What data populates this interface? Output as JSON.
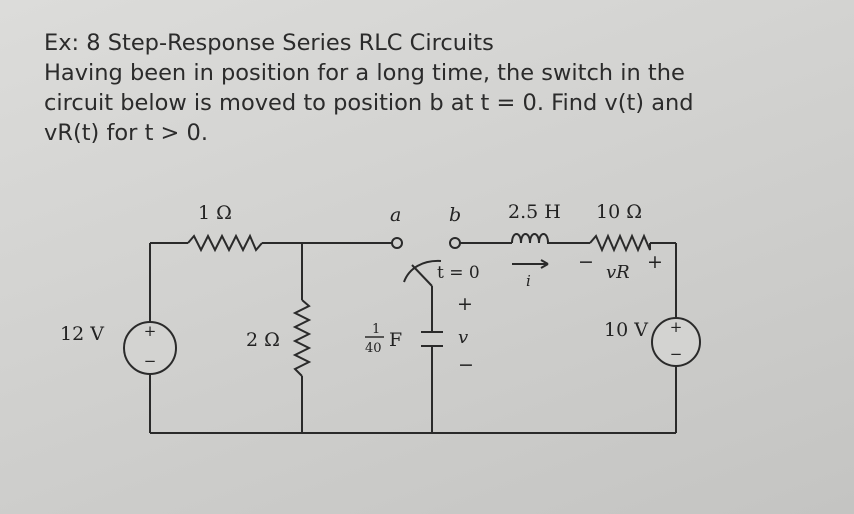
{
  "problem": {
    "title": "Ex: 8 Step-Response Series RLC Circuits",
    "line1": "Having been in position for a long time, the switch in the",
    "line2": "circuit below is moved to position b at t = 0. Find v(t) and",
    "line3": "vR(t) for t > 0."
  },
  "circuit": {
    "source_left": "12 V",
    "source_right": "10 V",
    "r1": "1 Ω",
    "r2": "2 Ω",
    "cap_num": "1",
    "cap_den": "40",
    "cap_unit": "F",
    "node_a": "a",
    "node_b": "b",
    "switch_time": "t = 0",
    "inductor": "2.5 H",
    "r3": "10 Ω",
    "vr_label": "vR",
    "vr_minus": "−",
    "vr_plus": "+",
    "current": "i",
    "v_plus": "+",
    "v_label": "v",
    "v_minus": "−",
    "src_sign": "+"
  }
}
